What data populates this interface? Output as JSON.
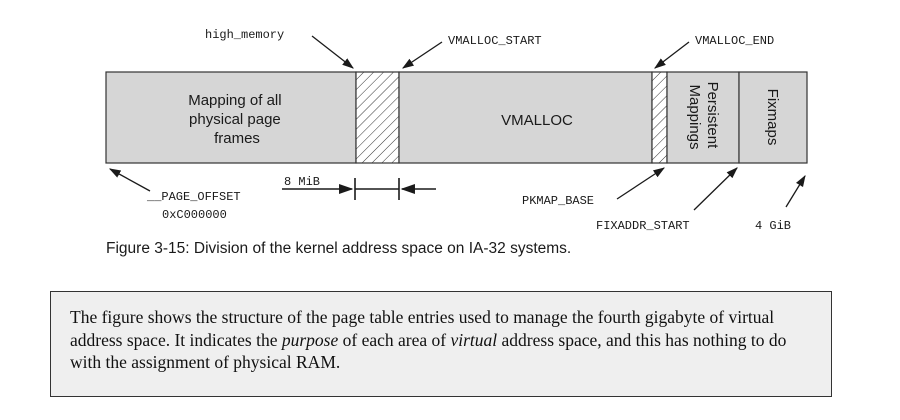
{
  "segments": {
    "direct_mapping": [
      "Mapping of all",
      "physical page",
      "frames"
    ],
    "vmalloc": "VMALLOC",
    "persistent_mappings": [
      "Persistent",
      "Mappings"
    ],
    "fixmaps": "Fixmaps"
  },
  "labels": {
    "high_memory": "high_memory",
    "vmalloc_start": "VMALLOC_START",
    "vmalloc_end": "VMALLOC_END",
    "page_offset": "__PAGE_OFFSET",
    "page_offset_value": "0xC000000",
    "gap_size": "8 MiB",
    "pkmap_base": "PKMAP_BASE",
    "fixaddr_start": "FIXADDR_START",
    "top_address": "4 GiB"
  },
  "caption": "Figure 3-15: Division of the kernel address space on IA-32 systems.",
  "note": {
    "part1": "The figure shows the structure of the page table entries used to manage the fourth gigabyte of virtual address space. It indicates the ",
    "emph1": "purpose",
    "part2": " of each area of ",
    "emph2": "virtual",
    "part3": " address space, and this has nothing to do with the assignment of physical RAM."
  }
}
